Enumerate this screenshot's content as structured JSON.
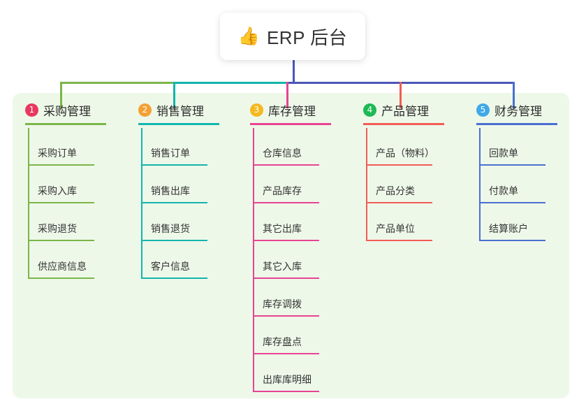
{
  "root": {
    "icon": "thumbs-up-icon",
    "emoji": "👍",
    "title": "ERP 后台"
  },
  "colors": {
    "panel_bg": "#eef8e9",
    "page_bg": "#ffffff",
    "root_stem": "#4a55b8",
    "column1": "#7ab648",
    "column2": "#12b5ac",
    "column3": "#e84393",
    "column4": "#f25c54",
    "column5": "#4a6fd1",
    "badge1": "#e8385f",
    "badge2": "#f5a033",
    "badge3": "#f5b820",
    "badge4": "#1db954",
    "badge5": "#3fa9e8",
    "text": "#333333"
  },
  "columns": [
    {
      "number": "1",
      "title": "采购管理",
      "badge_color": "#e8385f",
      "line_color": "#7ab648",
      "items": [
        {
          "label": "采购订单"
        },
        {
          "label": "采购入库"
        },
        {
          "label": "采购退货"
        },
        {
          "label": "供应商信息"
        }
      ]
    },
    {
      "number": "2",
      "title": "销售管理",
      "badge_color": "#f5a033",
      "line_color": "#12b5ac",
      "items": [
        {
          "label": "销售订单"
        },
        {
          "label": "销售出库"
        },
        {
          "label": "销售退货"
        },
        {
          "label": "客户信息"
        }
      ]
    },
    {
      "number": "3",
      "title": "库存管理",
      "badge_color": "#f5b820",
      "line_color": "#e84393",
      "items": [
        {
          "label": "仓库信息"
        },
        {
          "label": "产品库存"
        },
        {
          "label": "其它出库"
        },
        {
          "label": "其它入库"
        },
        {
          "label": "库存调拨"
        },
        {
          "label": "库存盘点"
        },
        {
          "label": "出库库明细"
        }
      ]
    },
    {
      "number": "4",
      "title": "产品管理",
      "badge_color": "#1db954",
      "line_color": "#f25c54",
      "items": [
        {
          "label": "产品（物料）"
        },
        {
          "label": "产品分类"
        },
        {
          "label": "产品单位"
        }
      ]
    },
    {
      "number": "5",
      "title": "财务管理",
      "badge_color": "#3fa9e8",
      "line_color": "#4a6fd1",
      "items": [
        {
          "label": "回款单"
        },
        {
          "label": "付款单"
        },
        {
          "label": "结算账户"
        }
      ]
    }
  ]
}
